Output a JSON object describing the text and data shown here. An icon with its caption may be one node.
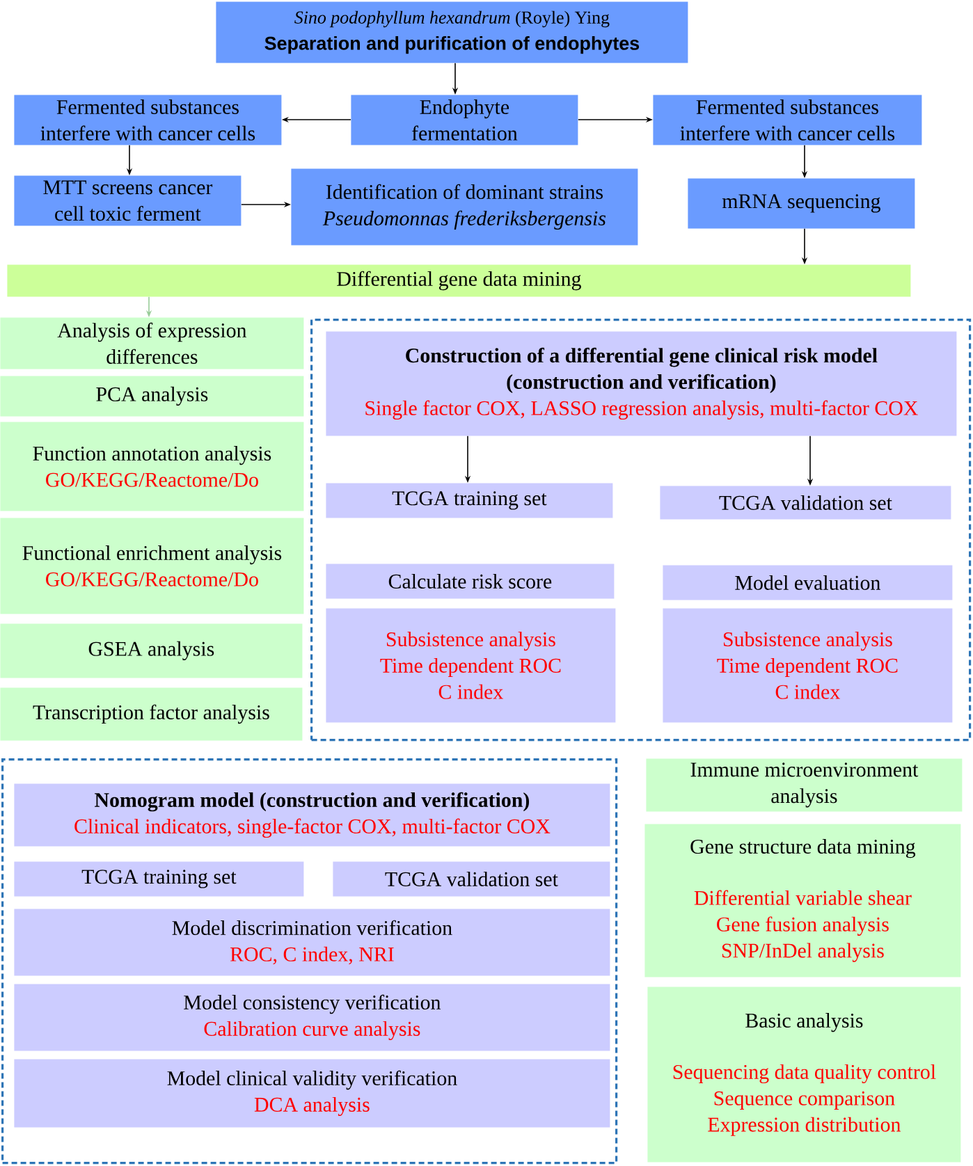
{
  "diagram": {
    "nodes": [
      {
        "text": [
          "*Sino podophyllum hexandrum* (Royle) Ying",
          "Separation and purification of endophytes"
        ]
      },
      {
        "text": [
          "Fermented substances interfere with cancer cells"
        ]
      },
      {
        "text": [
          "Endophyte fermentation"
        ]
      },
      {
        "text": [
          "Fermented substances interfere with cancer cells"
        ]
      },
      {
        "text": [
          "MTT screens cancer cell toxic ferment"
        ]
      },
      {
        "text": [
          "Identification of dominant strains",
          "Pseudomonnas frederiksbergensis"
        ]
      },
      {
        "text": [
          "mRNA sequencing"
        ]
      },
      {
        "text": [
          "Differential gene data mining"
        ]
      },
      {
        "text": [
          "Analysis of expression differences"
        ]
      },
      {
        "text": [
          "PCA analysis"
        ]
      },
      {
        "text": [
          "Function annotation analysis",
          "GO/KEGG/Reactome/Do"
        ]
      },
      {
        "text": [
          "Functional enrichment analysis",
          "GO/KEGG/Reactome/Do"
        ]
      },
      {
        "text": [
          "GSEA analysis"
        ]
      },
      {
        "text": [
          "Transcription factor analysis"
        ]
      },
      {
        "text": [],
        "shape": "box"
      },
      {
        "text": [
          "Construction of a differential gene clinical risk model (construction and verification)",
          "Single factor COX, LASSO regression analysis, multi-factor COX"
        ],
        "in": 14
      },
      {
        "text": [
          "TCGA training set"
        ],
        "in": 14
      },
      {
        "text": [
          "TCGA validation set"
        ],
        "in": 14
      },
      {
        "text": [
          "Calculate risk score"
        ],
        "in": 14
      },
      {
        "text": [
          "Subsistence analysis",
          "Time dependent ROC",
          "C index"
        ],
        "in": 14
      },
      {
        "text": [
          "Model evaluation"
        ],
        "in": 14
      },
      {
        "text": [
          "Subsistence analysis",
          "Time dependent ROC",
          "C index"
        ],
        "in": 14
      },
      {
        "text": [],
        "shape": "box"
      },
      {
        "text": [
          "Nomogram model (construction and verification)",
          "Clinical indicators, single-factor COX, multi-factor COX"
        ],
        "in": 22
      },
      {
        "text": [
          "TCGA training set"
        ],
        "in": 22
      },
      {
        "text": [
          "TCGA validation set"
        ],
        "in": 22
      },
      {
        "text": [
          "Model discrimination verification",
          "ROC, C index, NRI"
        ],
        "in": 22
      },
      {
        "text": [
          "Model consistency verification",
          "Calibration curve analysis"
        ],
        "in": 22
      },
      {
        "text": [
          "Model clinical validity verification",
          "DCA analysis"
        ],
        "in": 22
      },
      {
        "text": [
          "Immune microenvironment analysis"
        ]
      },
      {
        "text": [
          "Gene structure data mining",
          "Differential variable shear",
          "Gene fusion analysis",
          "SNP/InDel analysis"
        ]
      },
      {
        "text": [
          "Basic analysis",
          "Sequencing data quality control",
          "Sequence comparison",
          "Expression distribution"
        ]
      }
    ],
    "edges": [
      {
        "from": 0,
        "to": 2,
        "arrow": "to"
      },
      {
        "from": 2,
        "to": 1,
        "arrow": "to"
      },
      {
        "from": 2,
        "to": 3,
        "arrow": "to"
      },
      {
        "from": 1,
        "to": 4,
        "arrow": "to"
      },
      {
        "from": 4,
        "to": 5,
        "arrow": "to"
      },
      {
        "from": 3,
        "to": 6,
        "arrow": "to"
      },
      {
        "from": 6,
        "to": 7,
        "arrow": "to"
      },
      {
        "from": 7,
        "to": 8,
        "arrow": "to",
        "color": "#99cc99"
      },
      {
        "from": 15,
        "to": 16,
        "arrow": "to"
      },
      {
        "from": 15,
        "to": 17,
        "arrow": "to"
      }
    ]
  }
}
